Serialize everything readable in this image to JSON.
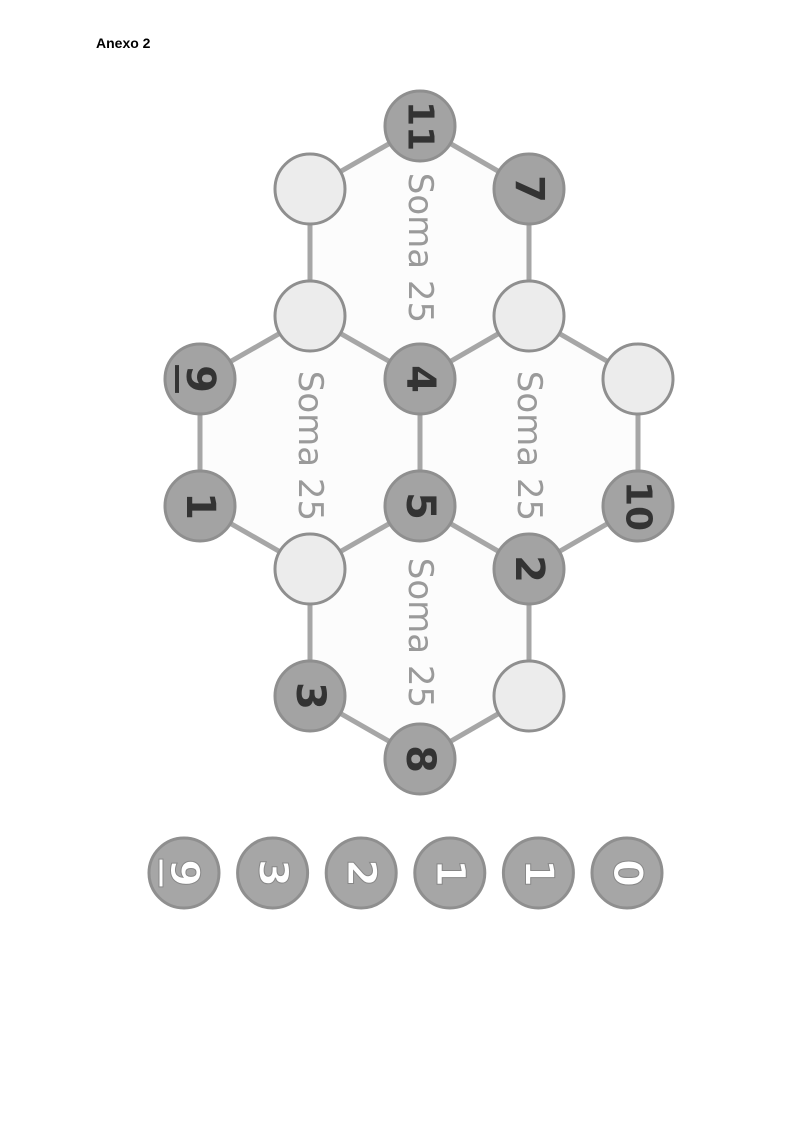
{
  "header": {
    "title": "Anexo 2"
  },
  "board": {
    "region_label": "Soma 25",
    "regions": [
      {
        "label": "Soma 25"
      },
      {
        "label": "Soma 25"
      },
      {
        "label": "Soma 25"
      },
      {
        "label": "Soma 25"
      }
    ],
    "nodes": [
      {
        "id": "n-top",
        "value": "11"
      },
      {
        "id": "n-top-left",
        "value": ""
      },
      {
        "id": "n-top-right",
        "value": "7"
      },
      {
        "id": "n-upper-left",
        "value": ""
      },
      {
        "id": "n-upper-right",
        "value": ""
      },
      {
        "id": "n-left",
        "value": "9"
      },
      {
        "id": "n-center-top",
        "value": "4"
      },
      {
        "id": "n-right",
        "value": ""
      },
      {
        "id": "n-lower-left",
        "value": "1"
      },
      {
        "id": "n-center-bottom",
        "value": "5"
      },
      {
        "id": "n-right-bottom",
        "value": "10"
      },
      {
        "id": "n-mid-left",
        "value": ""
      },
      {
        "id": "n-mid-right",
        "value": "2"
      },
      {
        "id": "n-bottom-left",
        "value": "3"
      },
      {
        "id": "n-bottom-right",
        "value": ""
      },
      {
        "id": "n-bottom",
        "value": "8"
      }
    ]
  },
  "pieces": [
    "9",
    "3",
    "2",
    "1",
    "1",
    "0"
  ],
  "colors": {
    "filled_node": "#a3a3a3",
    "empty_node": "#ececec",
    "node_stroke": "#8f8f8f",
    "edge": "#a6a6a6",
    "region_label": "#9a9a9a",
    "number_dark": "#333333",
    "piece_fill": "#a6a6a6",
    "piece_text": "#ffffff"
  }
}
